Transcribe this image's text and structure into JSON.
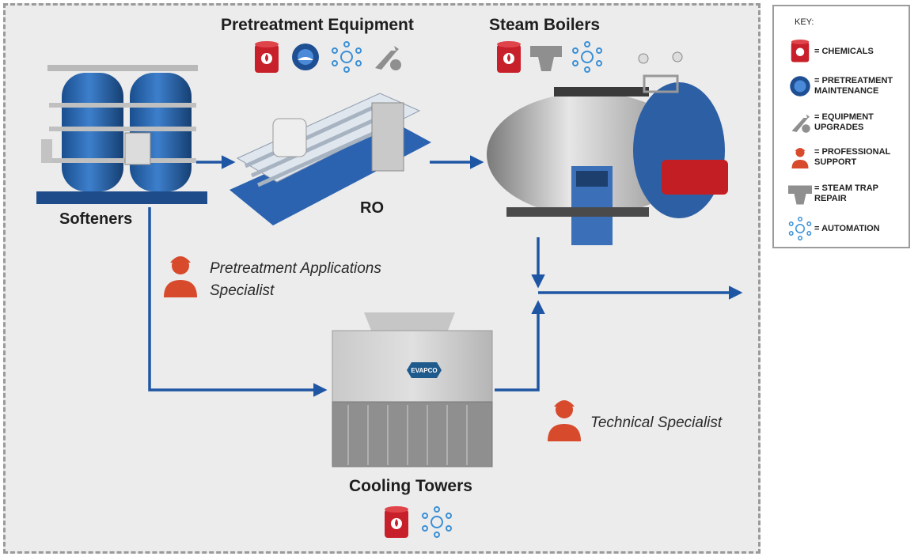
{
  "labels": {
    "pretreatment_equipment": "Pretreatment Equipment",
    "steam_boilers": "Steam Boilers",
    "softeners": "Softeners",
    "ro": "RO",
    "cooling_towers": "Cooling Towers",
    "pretreatment_specialist_line1": "Pretreatment Applications",
    "pretreatment_specialist_line2": "Specialist",
    "technical_specialist": "Technical Specialist",
    "evapco_logo": "EVAPCO"
  },
  "key": {
    "title": "KEY:",
    "items": [
      {
        "icon": "chemicals-drum-icon",
        "text": "= CHEMICALS"
      },
      {
        "icon": "pretreatment-maintenance-gear-icon",
        "text": "= PRETREATMENT\nMAINTENANCE"
      },
      {
        "icon": "equipment-upgrades-wrench-icon",
        "text": "= EQUIPMENT\nUPGRADES"
      },
      {
        "icon": "professional-support-person-icon",
        "text": "= PROFESSIONAL\nSUPPORT"
      },
      {
        "icon": "steam-trap-repair-icon",
        "text": "= STEAM TRAP\nREPAIR"
      },
      {
        "icon": "automation-network-icon",
        "text": "= AUTOMATION"
      }
    ]
  },
  "colors": {
    "flow_blue": "#1f56a3",
    "chemical_red": "#c8202a",
    "support_orange": "#d84a2c",
    "gray_icon": "#8f8f8f",
    "frame_gray": "#ececec"
  }
}
